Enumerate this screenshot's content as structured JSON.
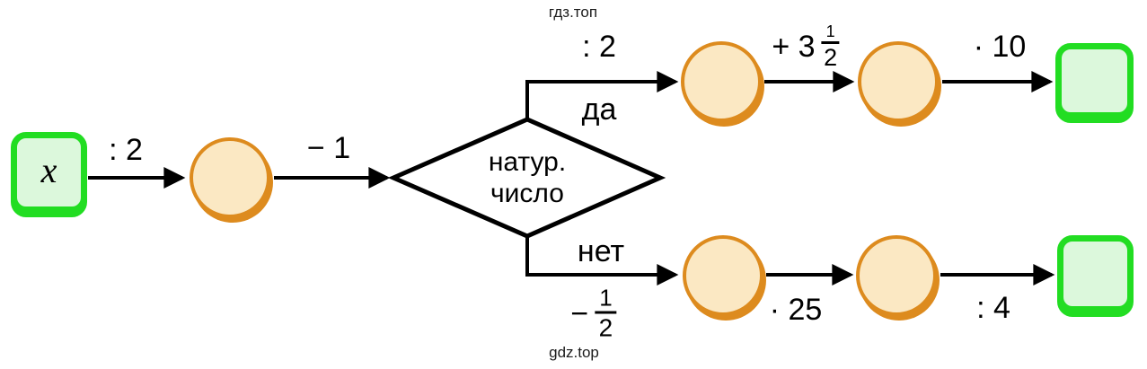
{
  "watermarks": {
    "top": "гдз.топ",
    "bottom": "gdz.top"
  },
  "nodes": {
    "start_label": "x",
    "decision_line1": "натур.",
    "decision_line2": "число"
  },
  "edges": {
    "divide_by_2_start": ": 2",
    "minus_1": "− 1",
    "yes": "да",
    "no": "нет",
    "yes_divide_by_2": ": 2",
    "yes_plus_3_half": {
      "prefix": "+ 3",
      "num": "1",
      "den": "2"
    },
    "yes_times_10": "· 10",
    "no_minus_half": {
      "prefix": "−",
      "num": "1",
      "den": "2"
    },
    "no_times_25": "· 25",
    "no_divide_by_4": ": 4"
  },
  "colors": {
    "circle-fill": "#fbe8c3",
    "circle-border": "#dd8b1e",
    "square-fill": "#dcf8dc",
    "square-border": "#22dd22",
    "line": "#000000"
  }
}
